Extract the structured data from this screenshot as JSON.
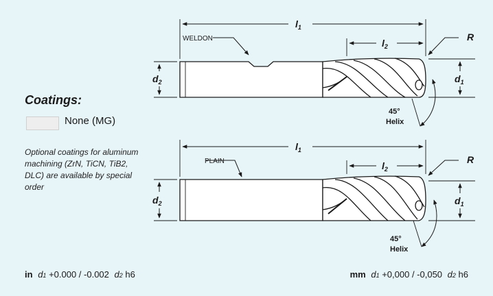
{
  "labels": {
    "l1": "l",
    "l1_sub": "1",
    "l2": "l",
    "l2_sub": "2",
    "r": "R",
    "d1": "d",
    "d1_sub": "1",
    "d2": "d",
    "d2_sub": "2",
    "helix_angle": "45°",
    "helix": "Helix",
    "weldon": "WELDON",
    "plain": "PLAIN"
  },
  "coatings": {
    "title": "Coatings:",
    "option_label": "None (MG)",
    "swatch_color": "#eeeeee",
    "note": "Optional coatings for aluminum machining (ZrN, TiCN, TiB2, DLC) are available by special order"
  },
  "tolerances": {
    "in": {
      "unit": "in",
      "d1_sym": "d",
      "d1_sub": "1",
      "d1_tol": "+0.000 / -0.002",
      "d2_sym": "d",
      "d2_sub": "2",
      "d2_tol": "h6"
    },
    "mm": {
      "unit": "mm",
      "d1_sym": "d",
      "d1_sub": "1",
      "d1_tol": "+0,000 / -0,050",
      "d2_sym": "d",
      "d2_sub": "2",
      "d2_tol": "h6"
    }
  },
  "colors": {
    "background": "#e7f4f8",
    "line": "#1a1a1a",
    "tool_fill": "#ffffff"
  }
}
